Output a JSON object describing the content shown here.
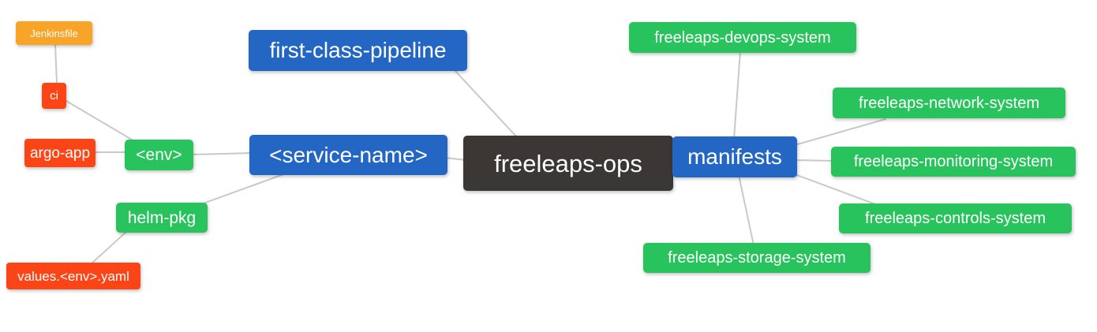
{
  "diagram": {
    "type": "mindmap",
    "background_color": "#ffffff",
    "edge_color": "#c9c9c9",
    "node_colors": {
      "root": "#3b3735",
      "branch_blue": "#2366c4",
      "leaf_green": "#28c35c",
      "leaf_red": "#fb4516",
      "leaf_amber": "#f7a428"
    }
  },
  "nodes": {
    "freeleaps_ops": {
      "label": "freeleaps-ops",
      "color": "#3b3735"
    },
    "first_class_pipeline": {
      "label": "first-class-pipeline",
      "color": "#2366c4"
    },
    "service_name": {
      "label": "<service-name>",
      "color": "#2366c4"
    },
    "manifests": {
      "label": "manifests",
      "color": "#2366c4"
    },
    "env": {
      "label": "<env>",
      "color": "#28c35c"
    },
    "helm_pkg": {
      "label": "helm-pkg",
      "color": "#28c35c"
    },
    "argo_app": {
      "label": "argo-app",
      "color": "#fb4516"
    },
    "ci": {
      "label": "ci",
      "color": "#fb4516"
    },
    "jenkinsfile": {
      "label": "Jenkinsfile",
      "color": "#f7a428"
    },
    "values_env_yaml": {
      "label": "values.<env>.yaml",
      "color": "#fb4516"
    },
    "devops_system": {
      "label": "freeleaps-devops-system",
      "color": "#28c35c"
    },
    "network_system": {
      "label": "freeleaps-network-system",
      "color": "#28c35c"
    },
    "monitoring_system": {
      "label": "freeleaps-monitoring-system",
      "color": "#28c35c"
    },
    "controls_system": {
      "label": "freeleaps-controls-system",
      "color": "#28c35c"
    },
    "storage_system": {
      "label": "freeleaps-storage-system",
      "color": "#28c35c"
    }
  },
  "edges": [
    {
      "from": "jenkinsfile",
      "to": "ci"
    },
    {
      "from": "ci",
      "to": "env"
    },
    {
      "from": "argo_app",
      "to": "env"
    },
    {
      "from": "env",
      "to": "service_name"
    },
    {
      "from": "helm_pkg",
      "to": "service_name"
    },
    {
      "from": "values_env_yaml",
      "to": "helm_pkg"
    },
    {
      "from": "first_class_pipeline",
      "to": "freeleaps_ops"
    },
    {
      "from": "service_name",
      "to": "freeleaps_ops"
    },
    {
      "from": "freeleaps_ops",
      "to": "manifests"
    },
    {
      "from": "manifests",
      "to": "devops_system"
    },
    {
      "from": "manifests",
      "to": "network_system"
    },
    {
      "from": "manifests",
      "to": "monitoring_system"
    },
    {
      "from": "manifests",
      "to": "controls_system"
    },
    {
      "from": "manifests",
      "to": "storage_system"
    }
  ]
}
